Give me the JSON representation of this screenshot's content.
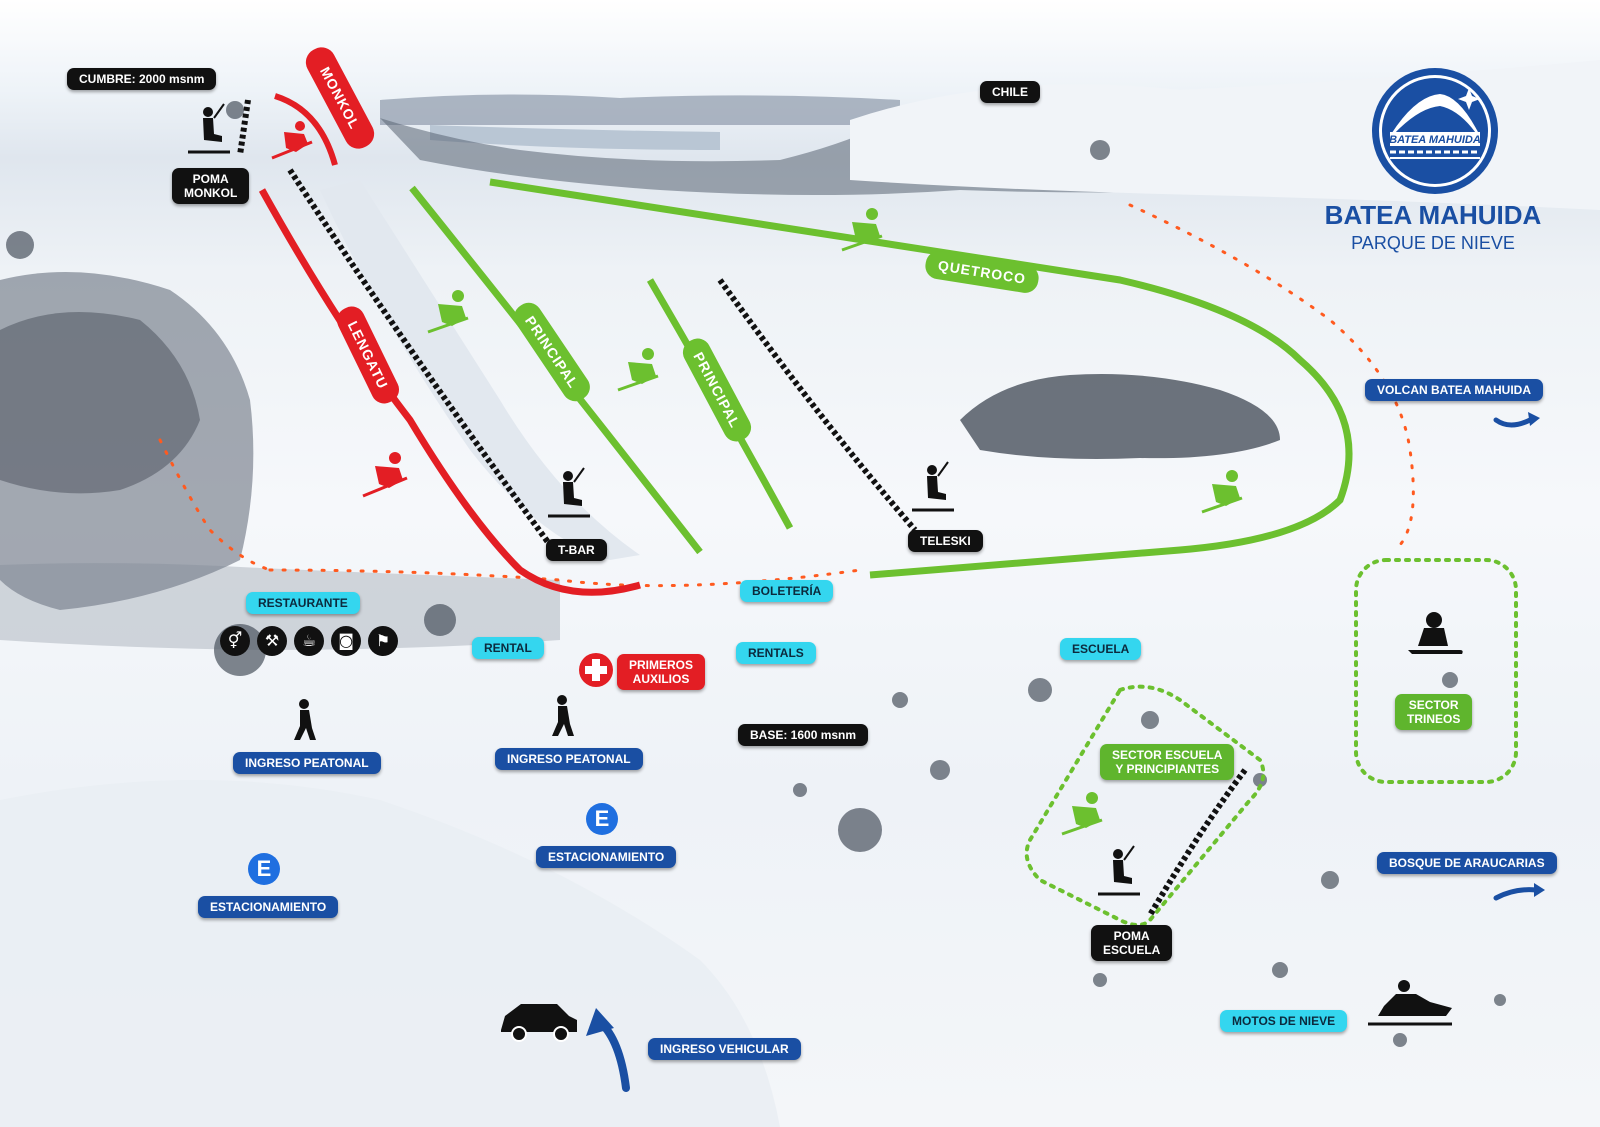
{
  "brand": {
    "logo_text": "BATEA MAHUIDA",
    "title": "BATEA MAHUIDA",
    "subtitle": "PARQUE DE NIEVE",
    "color": "#1a4fa3"
  },
  "trail_colors": {
    "red": "#e31e24",
    "green": "#6cc02f",
    "lift": "#111111",
    "boundary": "#ff5a1f"
  },
  "trails": {
    "monkol": "MONKOL",
    "lengatu": "LENGATU",
    "principal_1": "PRINCIPAL",
    "principal_2": "PRINCIPAL",
    "quetroco": "QUETROCO"
  },
  "labels": {
    "cumbre": "CUMBRE: 2000 msnm",
    "poma_monkol": "POMA\nMONKOL",
    "chile": "CHILE",
    "volcan": "VOLCAN BATEA MAHUIDA",
    "tbar": "T-BAR",
    "teleski": "TELESKI",
    "boleteria": "BOLETERÍA",
    "restaurante": "RESTAURANTE",
    "rental": "RENTAL",
    "primeros_auxilios": "PRIMEROS\nAUXILIOS",
    "rentals": "RENTALS",
    "escuela": "ESCUELA",
    "base": "BASE: 1600 msnm",
    "ingreso_peatonal_1": "INGRESO PEATONAL",
    "ingreso_peatonal_2": "INGRESO PEATONAL",
    "sector_escuela": "SECTOR ESCUELA\nY PRINCIPIANTES",
    "sector_trineos": "SECTOR\nTRINEOS",
    "estacionamiento_1": "ESTACIONAMIENTO",
    "estacionamiento_2": "ESTACIONAMIENTO",
    "parking_letter_1": "E",
    "parking_letter_2": "E",
    "bosque": "BOSQUE DE ARAUCARIAS",
    "poma_escuela": "POMA\nESCUELA",
    "motos": "MOTOS DE NIEVE",
    "ingreso_vehicular": "INGRESO VEHICULAR"
  },
  "services": [
    "restroom-icon",
    "restaurant-icon",
    "coffee-icon",
    "camera-icon",
    "hiking-icon"
  ]
}
